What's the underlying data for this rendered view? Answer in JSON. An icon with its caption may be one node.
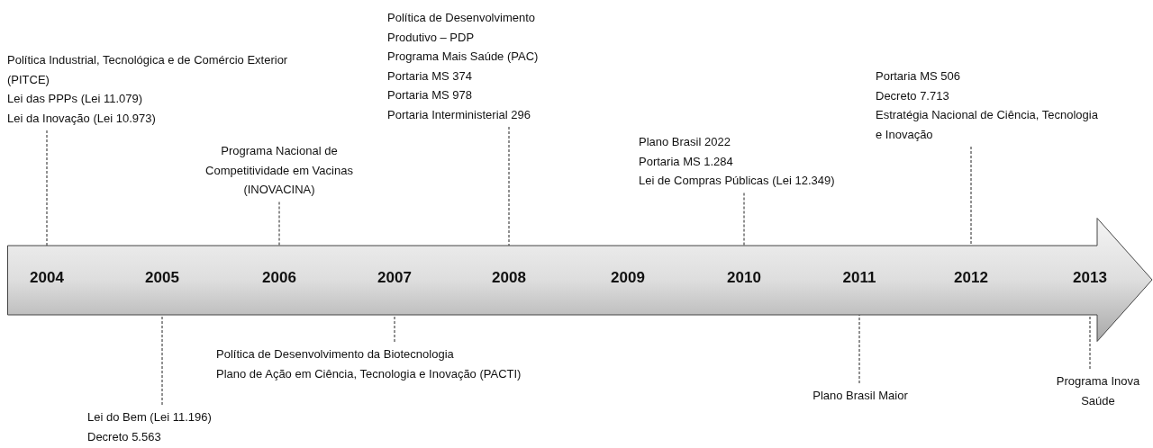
{
  "diagram": {
    "nodes": [
      {
        "text": [
          "2004",
          "2005",
          "2006",
          "2007",
          "2008",
          "2009",
          "2010",
          "2011",
          "2012",
          "2013"
        ]
      },
      {
        "text": [
          "Política Industrial, Tecnológica e de Comércio Exterior (PITCE)",
          "Lei das PPPs (Lei 11.079)",
          "Lei da Inovação (Lei 10.973)"
        ]
      },
      {
        "text": [
          "Programa Nacional de Competitividade em Vacinas (INOVACINA)"
        ]
      },
      {
        "text": [
          "Política de Desenvolvimento Produtivo – PDP",
          "Programa Mais Saúde (PAC)",
          "Portaria MS 374",
          "Portaria MS 978",
          "Portaria Interministerial 296"
        ]
      },
      {
        "text": [
          "Plano Brasil 2022",
          "Portaria MS 1.284",
          "Lei de Compras Públicas (Lei 12.349)"
        ]
      },
      {
        "text": [
          "Portaria MS 506",
          "Decreto 7.713",
          "Estratégia Nacional de Ciência, Tecnologia e Inovação"
        ]
      },
      {
        "text": [
          "Lei do Bem (Lei 11.196)",
          "Decreto 5.563"
        ]
      },
      {
        "text": [
          "Política de Desenvolvimento da Biotecnologia",
          "Plano de Ação em Ciência, Tecnologia e Inovação (PACTI)"
        ]
      },
      {
        "text": [
          "Plano Brasil Maior"
        ]
      },
      {
        "text": [
          "Programa Inova Saúde"
        ]
      }
    ],
    "edges": [
      {
        "from": 1,
        "to": 0,
        "arrow": "none",
        "style": "dashed"
      },
      {
        "from": 2,
        "to": 0,
        "arrow": "none",
        "style": "dashed"
      },
      {
        "from": 3,
        "to": 0,
        "arrow": "none",
        "style": "dashed"
      },
      {
        "from": 4,
        "to": 0,
        "arrow": "none",
        "style": "dashed"
      },
      {
        "from": 5,
        "to": 0,
        "arrow": "none",
        "style": "dashed"
      },
      {
        "from": 6,
        "to": 0,
        "arrow": "none",
        "style": "dashed"
      },
      {
        "from": 7,
        "to": 0,
        "arrow": "none",
        "style": "dashed"
      },
      {
        "from": 8,
        "to": 0,
        "arrow": "none",
        "style": "dashed"
      },
      {
        "from": 9,
        "to": 0,
        "arrow": "none",
        "style": "dashed"
      }
    ]
  }
}
